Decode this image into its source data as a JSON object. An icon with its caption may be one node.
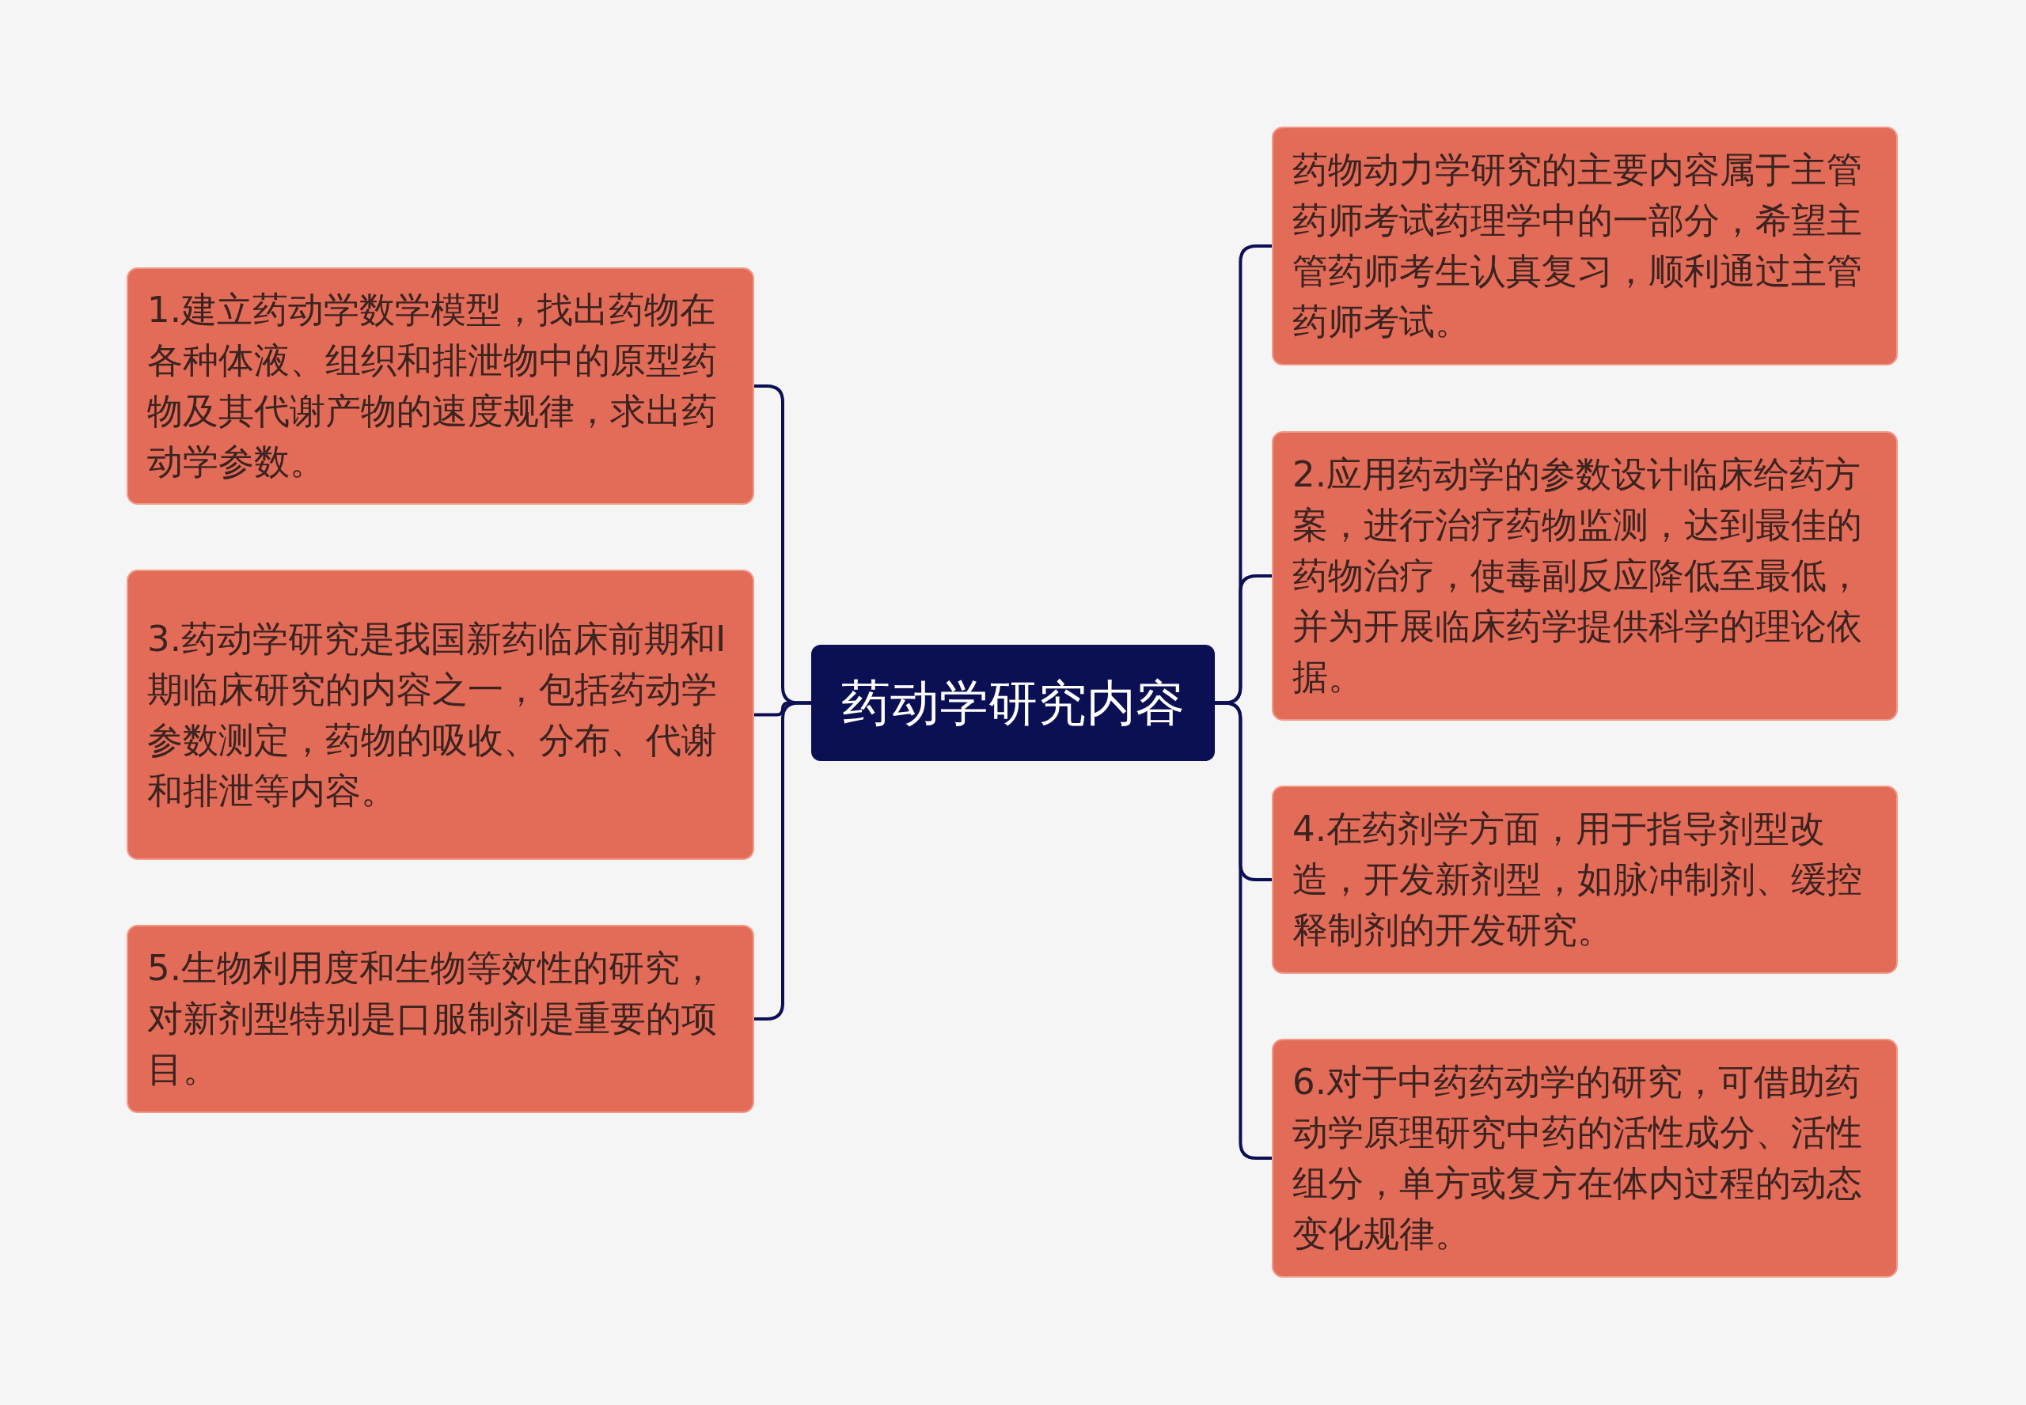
{
  "diagram": {
    "nodes": [
      {
        "text": [
          "药动学研究内容"
        ]
      },
      {
        "text": [
          "1.建立药动学数学模型，找出药物在各种体液、组织和排泄物中的原型药物及其代谢产物的速度规律，求出药动学参数。"
        ]
      },
      {
        "text": [
          "3.药动学研究是我国新药临床前期和Ⅰ期临床研究的内容之一，包括药动学参数测定，药物的吸收、分布、代谢和排泄等内容。"
        ]
      },
      {
        "text": [
          "5.生物利用度和生物等效性的研究，对新剂型特别是口服制剂是重要的项目。"
        ]
      },
      {
        "text": [
          "药物动力学研究的主要内容属于主管药师考试药理学中的一部分，希望主管药师考生认真复习，顺利通过主管药师考试。"
        ]
      },
      {
        "text": [
          "2.应用药动学的参数设计临床给药方案，进行治疗药物监测，达到最佳的药物治疗，使毒副反应降低至最低，并为开展临床药学提供科学的理论依据。"
        ]
      },
      {
        "text": [
          "4.在药剂学方面，用于指导剂型改造，开发新剂型，如脉冲制剂、缓控释制剂的开发研究。"
        ]
      },
      {
        "text": [
          "6.对于中药药动学的研究，可借助药动学原理研究中药的活性成分、活性组分，单方或复方在体内过程的动态变化规律。"
        ]
      }
    ],
    "edges": [
      {
        "from": 0,
        "to": 1,
        "arrow": "none"
      },
      {
        "from": 0,
        "to": 2,
        "arrow": "none"
      },
      {
        "from": 0,
        "to": 3,
        "arrow": "none"
      },
      {
        "from": 0,
        "to": 4,
        "arrow": "none"
      },
      {
        "from": 0,
        "to": 5,
        "arrow": "none"
      },
      {
        "from": 0,
        "to": 6,
        "arrow": "none"
      },
      {
        "from": 0,
        "to": 7,
        "arrow": "none"
      }
    ]
  }
}
